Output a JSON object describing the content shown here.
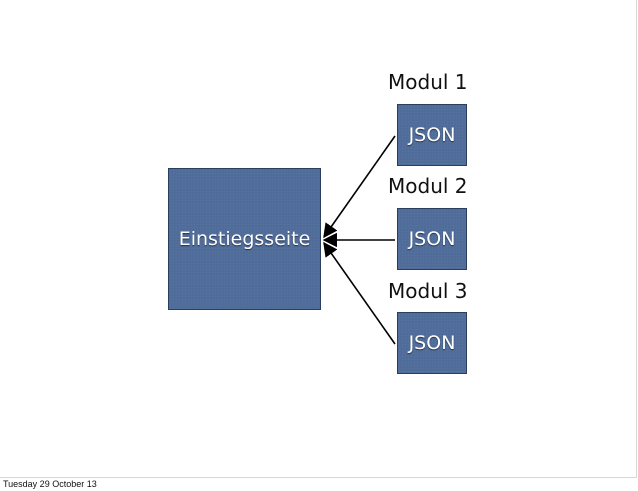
{
  "diagram": {
    "main_box": "Einstiegsseite",
    "modules": [
      {
        "label": "Modul 1",
        "box": "JSON"
      },
      {
        "label": "Modul 2",
        "box": "JSON"
      },
      {
        "label": "Modul 3",
        "box": "JSON"
      }
    ]
  },
  "footer": {
    "date": "Tuesday 29 October 13"
  },
  "colors": {
    "box_fill": "#4f6b99",
    "box_border": "#2b3e5e",
    "arrow": "#000000"
  }
}
